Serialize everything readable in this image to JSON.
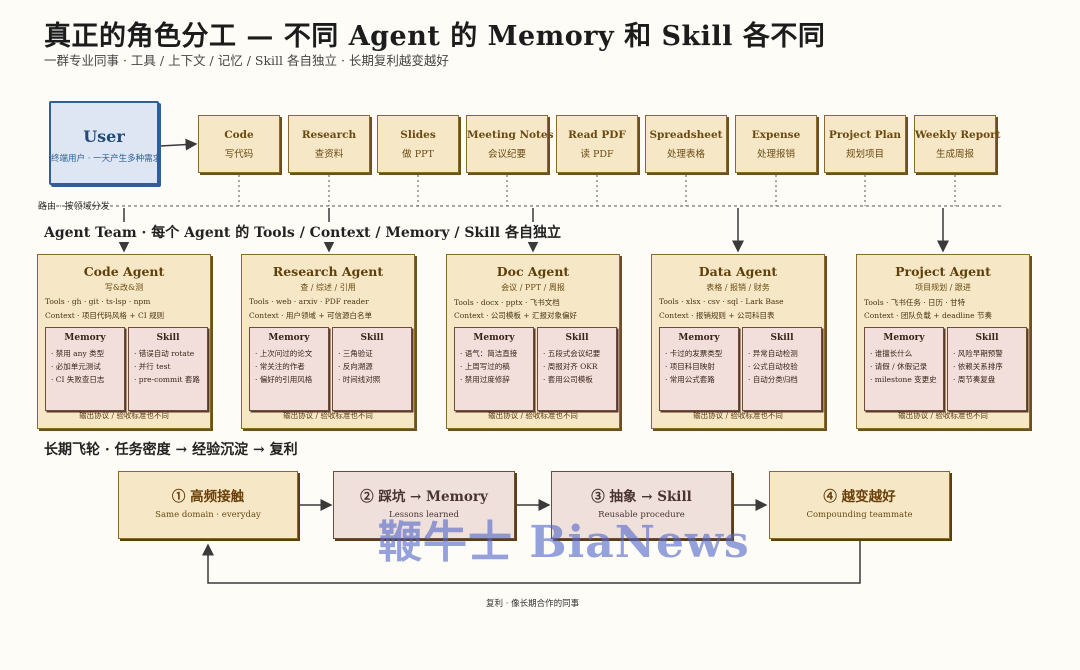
{
  "header": {
    "title": "真正的角色分工 — 不同 Agent 的 Memory 和 Skill 各不同",
    "subtitle": "一群专业同事 · 工具 / 上下文 / 记忆 / Skill 各自独立 · 长期复利越变越好"
  },
  "user": {
    "title": "User",
    "desc": "终端用户 · 一天产生多种需求"
  },
  "routes": [
    {
      "name": "Code",
      "desc": "写代码"
    },
    {
      "name": "Research",
      "desc": "查资料"
    },
    {
      "name": "Slides",
      "desc": "做 PPT"
    },
    {
      "name": "Meeting Notes",
      "desc": "会议纪要"
    },
    {
      "name": "Read PDF",
      "desc": "读 PDF"
    },
    {
      "name": "Spreadsheet",
      "desc": "处理表格"
    },
    {
      "name": "Expense",
      "desc": "处理报销"
    },
    {
      "name": "Project Plan",
      "desc": "规划项目"
    },
    {
      "name": "Weekly Report",
      "desc": "生成周报"
    }
  ],
  "route_label": "路由 · 按领域分发",
  "team_label": "Agent Team · 每个 Agent 的 Tools / Context / Memory / Skill 各自独立",
  "agent_common": {
    "memory_title": "Memory",
    "skill_title": "Skill",
    "footer": "输出协议 / 验收标准也不同"
  },
  "agents": [
    {
      "name": "Code Agent",
      "sub": "写&改&测",
      "tools": "Tools · gh · git · ts-lsp · npm",
      "context": "Context · 项目代码风格 + CI 规则",
      "memory": [
        "· 禁用 any 类型",
        "· 必加单元测试",
        "· CI 失败查日志"
      ],
      "skill": [
        "· 错误自动 rotate",
        "· 并行 test",
        "· pre-commit 套路"
      ]
    },
    {
      "name": "Research Agent",
      "sub": "查 / 综述 / 引用",
      "tools": "Tools · web · arxiv · PDF reader",
      "context": "Context · 用户领域 + 可信源白名单",
      "memory": [
        "· 上次问过的论文",
        "· 常关注的作者",
        "· 偏好的引用风格"
      ],
      "skill": [
        "· 三角验证",
        "· 反向溯源",
        "· 时间线对照"
      ]
    },
    {
      "name": "Doc Agent",
      "sub": "会议 / PPT / 周报",
      "tools": "Tools · docx · pptx · 飞书文档",
      "context": "Context · 公司模板 + 汇报对象偏好",
      "memory": [
        "· 语气：简洁直接",
        "· 上周写过的稿",
        "· 禁用过度修辞"
      ],
      "skill": [
        "· 五段式会议纪要",
        "· 周报对齐 OKR",
        "· 套用公司模板"
      ]
    },
    {
      "name": "Data Agent",
      "sub": "表格 / 报销 / 财务",
      "tools": "Tools · xlsx · csv · sql · Lark Base",
      "context": "Context · 报销规则 + 公司科目表",
      "memory": [
        "· 卡过的发票类型",
        "· 项目科目映射",
        "· 常用公式套路"
      ],
      "skill": [
        "· 异常自动检测",
        "· 公式自动校验",
        "· 自动分类归档"
      ]
    },
    {
      "name": "Project Agent",
      "sub": "项目规划 / 跟进",
      "tools": "Tools · 飞书任务 · 日历 · 甘特",
      "context": "Context · 团队负载 + deadline 节奏",
      "memory": [
        "· 谁擅长什么",
        "· 请假 / 休假记录",
        "· milestone 变更史"
      ],
      "skill": [
        "· 风险早期预警",
        "· 依赖关系排序",
        "· 周节奏复盘"
      ]
    }
  ],
  "flywheel_label": "长期飞轮 · 任务密度 → 经验沉淀 → 复利",
  "flywheel": [
    {
      "title": "① 高频接触",
      "desc": "Same domain · everyday"
    },
    {
      "title": "② 踩坑 → Memory",
      "desc": "Lessons learned"
    },
    {
      "title": "③ 抽象 → Skill",
      "desc": "Reusable procedure"
    },
    {
      "title": "④ 越变越好",
      "desc": "Compounding teammate"
    }
  ],
  "loop_label": "复利 · 像长期合作的同事",
  "watermark": "鞭牛士 BiaNews",
  "colors": {
    "user_fill": "#dde6f2",
    "user_stroke": "#2f5f96",
    "card_fill": "#f6e7c6",
    "card_stroke": "#8a6a2a",
    "sub_fill": "#f2dfdc",
    "sub_stroke": "#6e4b3a",
    "watermark": "#5569c8"
  }
}
